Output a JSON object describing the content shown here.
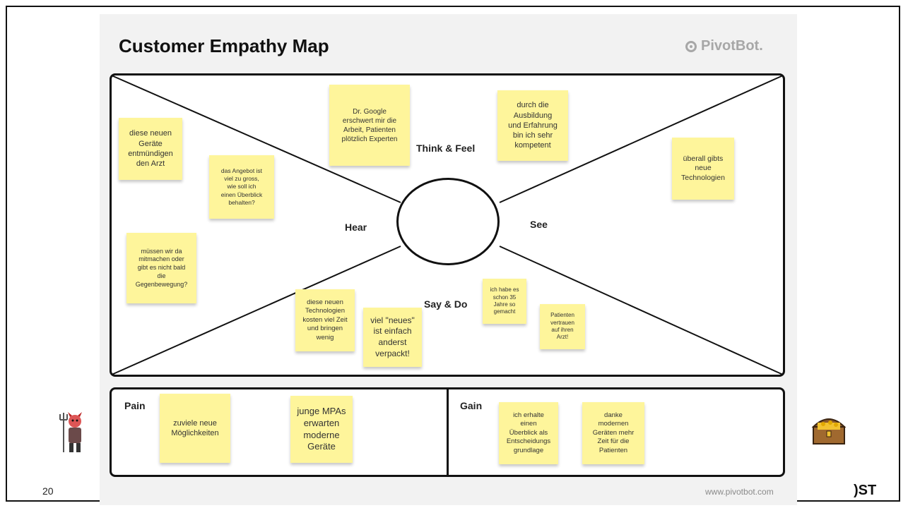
{
  "slide": {
    "title": "Customer Empathy Map",
    "brand": "PivotBot.",
    "footer_url": "www.pivotbot.com",
    "page_number_fragment": "20",
    "edge_text_fragment": ")ST"
  },
  "quadrants": {
    "think_feel": "Think & Feel",
    "hear": "Hear",
    "see": "See",
    "say_do": "Say & Do"
  },
  "bottom": {
    "pain": "Pain",
    "gain": "Gain"
  },
  "notes": {
    "n1": "diese neuen\nGeräte\nentmündigen\nden Arzt",
    "n2": "das Angebot ist\nviel zu gross,\nwie soll ich\neinen Überblick\nbehalten?",
    "n3": "müssen wir da\nmitmachen oder\ngibt es nicht bald\ndie\nGegenbewegung?",
    "n4": "Dr. Google\nerschwert mir die\nArbeit, Patienten\nplötzlich Experten",
    "n5": "durch die\nAusbildung\nund Erfahrung\nbin ich sehr\nkompetent",
    "n6": "überall gibts\nneue\nTechnologien",
    "n7": "diese neuen\nTechnologien\nkosten viel Zeit\nund bringen\nwenig",
    "n8": "viel \"neues\"\nist einfach\nanderst\nverpackt!",
    "n9": "ich habe es\nschon 35\nJahre so\ngemacht",
    "n10": "Patienten\nvertrauen\nauf ihren\nArzt!",
    "n11": "zuviele neue\nMöglichkeiten",
    "n12": "junge MPAs\nerwarten\nmoderne\nGeräte",
    "n13": "ich erhalte\neinen\nÜberblick als\nEntscheidungs\ngrundlage",
    "n14": "danke\nmodernen\nGeräten mehr\nZeit für die\nPatienten"
  },
  "colors": {
    "sticky": "#fef59b",
    "border": "#111111",
    "canvas": "#f2f2f2"
  },
  "icons": {
    "left_mascot": "devil-mascot-icon",
    "right_mascot": "treasure-chest-icon",
    "logo": "pivotbot-logo-icon"
  }
}
